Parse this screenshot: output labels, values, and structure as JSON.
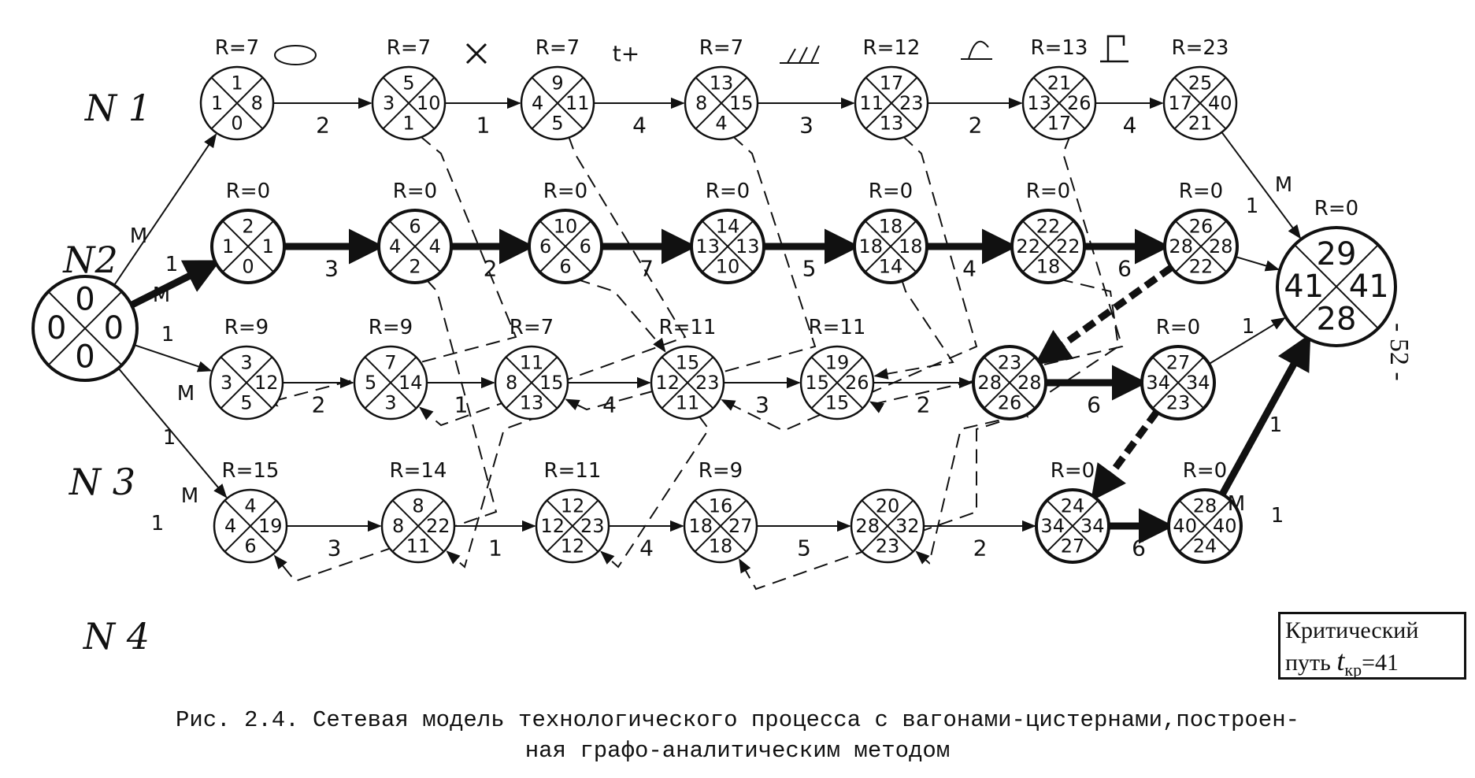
{
  "rows": [
    {
      "id": "N1",
      "label": "N 1"
    },
    {
      "id": "N2",
      "label": "N2"
    },
    {
      "id": "N3",
      "label": "N 3"
    },
    {
      "id": "N4",
      "label": "N 4"
    }
  ],
  "nodes": [
    {
      "id": "start",
      "tl": "0",
      "tr": "0",
      "bl": "0",
      "br": "0",
      "top": "0",
      "left": "0",
      "right": "0",
      "bottom": "0",
      "big": true
    },
    {
      "id": "a1",
      "top": "1",
      "left": "1",
      "right": "8",
      "bottom": "0",
      "reserve": "R=7"
    },
    {
      "id": "a2",
      "top": "5",
      "left": "3",
      "right": "10",
      "bottom": "1",
      "reserve": "R=7"
    },
    {
      "id": "a3",
      "top": "9",
      "left": "4",
      "right": "11",
      "bottom": "5",
      "reserve": "R=7"
    },
    {
      "id": "a4",
      "top": "13",
      "left": "8",
      "right": "15",
      "bottom": "4",
      "reserve": "R=7"
    },
    {
      "id": "a5",
      "top": "17",
      "left": "11",
      "right": "23",
      "bottom": "13",
      "reserve": "R=12"
    },
    {
      "id": "a6",
      "top": "21",
      "left": "13",
      "right": "26",
      "bottom": "17",
      "reserve": "R=13"
    },
    {
      "id": "a7",
      "top": "25",
      "left": "17",
      "right": "40",
      "bottom": "21",
      "reserve": "R=23"
    },
    {
      "id": "b1",
      "top": "2",
      "left": "1",
      "right": "1",
      "bottom": "0",
      "reserve": "R=0"
    },
    {
      "id": "b2",
      "top": "6",
      "left": "4",
      "right": "4",
      "bottom": "2",
      "reserve": "R=0"
    },
    {
      "id": "b3",
      "top": "10",
      "left": "6",
      "right": "6",
      "bottom": "6",
      "reserve": "R=0"
    },
    {
      "id": "b4",
      "top": "14",
      "left": "13",
      "right": "13",
      "bottom": "10",
      "reserve": "R=0"
    },
    {
      "id": "b5",
      "top": "18",
      "left": "18",
      "right": "18",
      "bottom": "14",
      "reserve": "R=0"
    },
    {
      "id": "b6",
      "top": "22",
      "left": "22",
      "right": "22",
      "bottom": "18",
      "reserve": "R=0"
    },
    {
      "id": "b7",
      "top": "26",
      "left": "28",
      "right": "28",
      "bottom": "22",
      "reserve": "R=0"
    },
    {
      "id": "c1",
      "top": "3",
      "left": "3",
      "right": "12",
      "bottom": "5",
      "reserve": "R=9"
    },
    {
      "id": "c2",
      "top": "7",
      "left": "5",
      "right": "14",
      "bottom": "3",
      "reserve": "R=9"
    },
    {
      "id": "c3",
      "top": "11",
      "left": "8",
      "right": "15",
      "bottom": "13",
      "reserve": "R=7"
    },
    {
      "id": "c4",
      "top": "15",
      "left": "12",
      "right": "23",
      "bottom": "11",
      "reserve": "R=11"
    },
    {
      "id": "c5",
      "top": "19",
      "left": "15",
      "right": "26",
      "bottom": "15",
      "reserve": "R=11"
    },
    {
      "id": "c6",
      "top": "23",
      "left": "28",
      "right": "28",
      "bottom": "26",
      "reserve": ""
    },
    {
      "id": "c7",
      "top": "27",
      "left": "34",
      "right": "34",
      "bottom": "23",
      "reserve": "R=0"
    },
    {
      "id": "d1",
      "top": "4",
      "left": "4",
      "right": "19",
      "bottom": "6",
      "reserve": "R=15"
    },
    {
      "id": "d2",
      "top": "8",
      "left": "8",
      "right": "22",
      "bottom": "11",
      "reserve": "R=14"
    },
    {
      "id": "d3",
      "top": "12",
      "left": "12",
      "right": "23",
      "bottom": "12",
      "reserve": "R=11"
    },
    {
      "id": "d4",
      "top": "16",
      "left": "18",
      "right": "27",
      "bottom": "18",
      "reserve": "R=9"
    },
    {
      "id": "d5",
      "top": "20",
      "left": "28",
      "right": "32",
      "bottom": "23",
      "reserve": ""
    },
    {
      "id": "d6",
      "top": "24",
      "left": "34",
      "right": "34",
      "bottom": "27",
      "reserve": "R=0"
    },
    {
      "id": "d7",
      "top": "28",
      "left": "40",
      "right": "40",
      "bottom": "24",
      "reserve": "R=0"
    },
    {
      "id": "end",
      "top": "29",
      "left": "41",
      "right": "41",
      "bottom": "28",
      "reserve": "R=0",
      "big": true
    }
  ],
  "durations": [
    "2",
    "1",
    "4",
    "3",
    "2",
    "4",
    "3",
    "2",
    "7",
    "5",
    "4",
    "6",
    "2",
    "1",
    "4",
    "3",
    "2",
    "6",
    "3",
    "1",
    "4",
    "5",
    "2",
    "6"
  ],
  "start_edge_labels": [
    "M",
    "1",
    "M",
    "1",
    "M",
    "1",
    "M",
    "1"
  ],
  "end_edge_labels": [
    "M",
    "1",
    "1",
    "1",
    "M",
    "1"
  ],
  "critical_path": {
    "line1": "Критический",
    "line2_prefix": "путь",
    "t_symbol": "t",
    "t_sub": "кр",
    "equals": "=",
    "value": "41"
  },
  "caption": {
    "line1": "Рис. 2.4. Сетевая модель технологического процесса с вагонами-цистернами,построен-",
    "line2": "ная графо-аналитическим методом"
  },
  "page_number": "- 52 -"
}
